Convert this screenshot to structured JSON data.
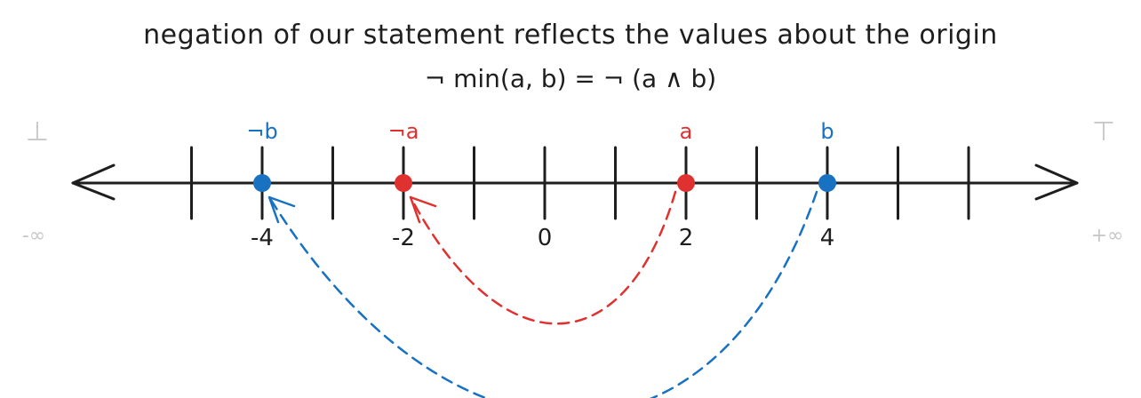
{
  "title": "negation of our statement reflects the values about the origin",
  "formula": "¬ min(a, b) = ¬ (a ∧ b)",
  "bottom_symbol": "⊥",
  "top_symbol": "⊤",
  "neg_infinity": "-∞",
  "pos_infinity": "+∞",
  "tick_labels": [
    {
      "value": -4,
      "text": "-4"
    },
    {
      "value": -2,
      "text": "-2"
    },
    {
      "value": 0,
      "text": "0"
    },
    {
      "value": 2,
      "text": "2"
    },
    {
      "value": 4,
      "text": "4"
    }
  ],
  "ticks": [
    -5,
    -4,
    -3,
    -2,
    -1,
    0,
    1,
    2,
    3,
    4,
    5,
    6
  ],
  "points": [
    {
      "label": "¬b",
      "value": -4,
      "color": "#1971c2"
    },
    {
      "label": "¬a",
      "value": -2,
      "color": "#e03131"
    },
    {
      "label": "a",
      "value": 2,
      "color": "#e03131"
    },
    {
      "label": "b",
      "value": 4,
      "color": "#1971c2"
    }
  ],
  "arcs": [
    {
      "from": 2,
      "to": -2,
      "color": "#e03131"
    },
    {
      "from": 4,
      "to": -4,
      "color": "#1971c2"
    }
  ],
  "colors": {
    "line": "#1e1e1e",
    "faint": "#c8c8c8",
    "red": "#e03131",
    "blue": "#1971c2"
  }
}
